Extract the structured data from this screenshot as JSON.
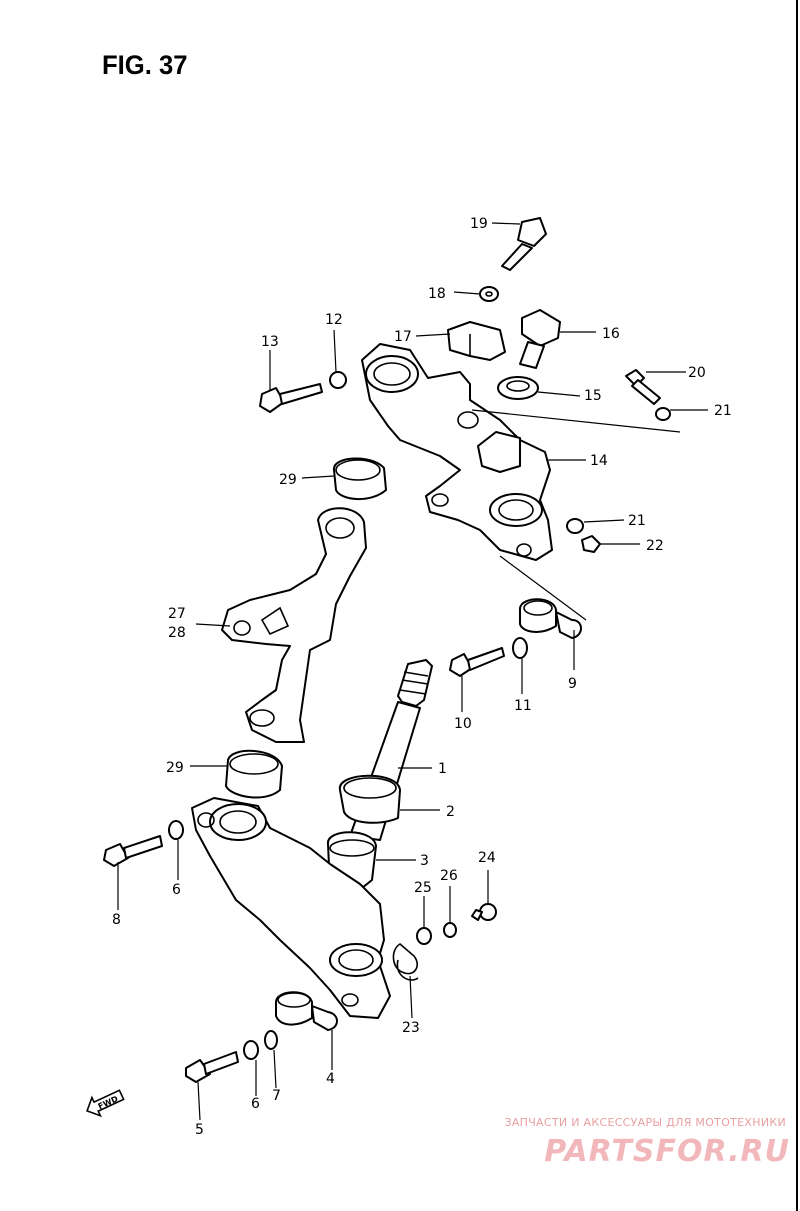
{
  "figure": {
    "title": "FIG. 37"
  },
  "callouts": [
    {
      "id": "c19",
      "text": "19"
    },
    {
      "id": "c18",
      "text": "18"
    },
    {
      "id": "c16",
      "text": "16"
    },
    {
      "id": "c17",
      "text": "17"
    },
    {
      "id": "c13",
      "text": "13"
    },
    {
      "id": "c12",
      "text": "12"
    },
    {
      "id": "c15",
      "text": "15"
    },
    {
      "id": "c20",
      "text": "20"
    },
    {
      "id": "c21a",
      "text": "21"
    },
    {
      "id": "c14",
      "text": "14"
    },
    {
      "id": "c29a",
      "text": "29"
    },
    {
      "id": "c21b",
      "text": "21"
    },
    {
      "id": "c22",
      "text": "22"
    },
    {
      "id": "c27",
      "text": "27"
    },
    {
      "id": "c28",
      "text": "28"
    },
    {
      "id": "c9",
      "text": "9"
    },
    {
      "id": "c10",
      "text": "10"
    },
    {
      "id": "c11",
      "text": "11"
    },
    {
      "id": "c1",
      "text": "1"
    },
    {
      "id": "c29b",
      "text": "29"
    },
    {
      "id": "c2",
      "text": "2"
    },
    {
      "id": "c3",
      "text": "3"
    },
    {
      "id": "c24",
      "text": "24"
    },
    {
      "id": "c25",
      "text": "25"
    },
    {
      "id": "c26",
      "text": "26"
    },
    {
      "id": "c8",
      "text": "8"
    },
    {
      "id": "c6a",
      "text": "6"
    },
    {
      "id": "c23",
      "text": "23"
    },
    {
      "id": "c4",
      "text": "4"
    },
    {
      "id": "c6b",
      "text": "6"
    },
    {
      "id": "c7",
      "text": "7"
    },
    {
      "id": "c5",
      "text": "5"
    }
  ],
  "fwd_label": "FWD",
  "watermark": {
    "tagline": "ЗАПЧАСТИ И АКСЕССУАРЫ ДЛЯ МОТОТЕХНИКИ",
    "logo": "PARTSFOR.RU"
  }
}
